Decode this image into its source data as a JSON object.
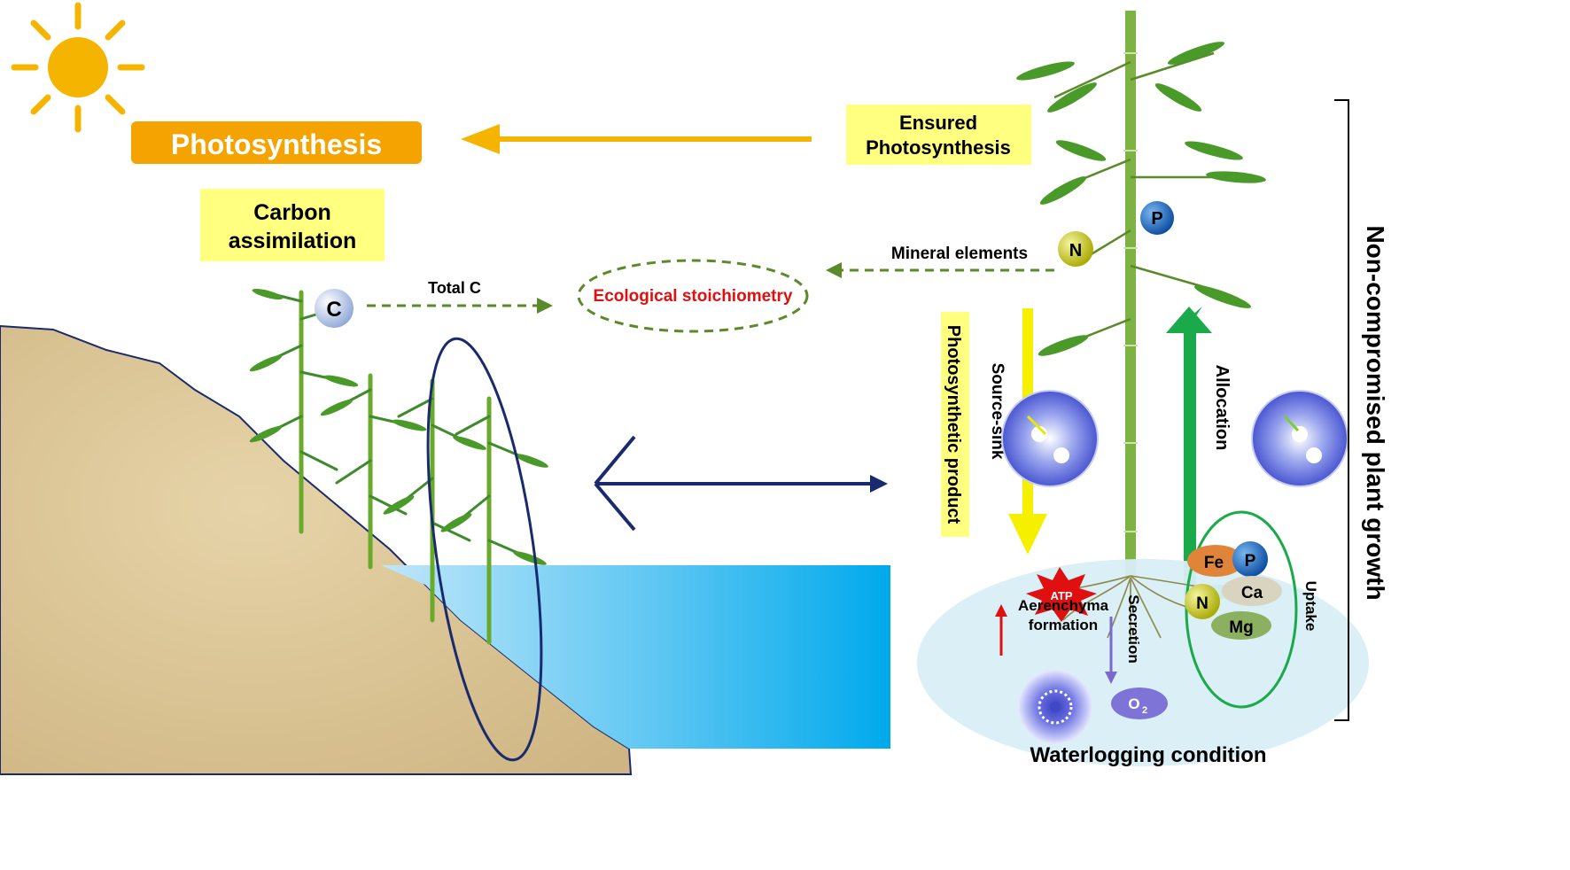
{
  "labels": {
    "photosynthesis": "Photosynthesis",
    "ensured_line1": "Ensured",
    "ensured_line2": "Photosynthesis",
    "carbon_line1": "Carbon",
    "carbon_line2": "assimilation",
    "total_c": "Total C",
    "eco_stoich": "Ecological stoichiometry",
    "mineral_elements": "Mineral elements",
    "source_sink": "Source-sink",
    "photosynthetic_product": "Photosynthetic product",
    "allocation": "Allocation",
    "uptake": "Uptake",
    "atp": "ATP",
    "aerenchyma_line1": "Aerenchyma",
    "aerenchyma_line2": "formation",
    "secretion": "Secretion",
    "o2": "O",
    "o2_sub": "2",
    "waterlogging": "Waterlogging condition",
    "growth": "Non-compromised plant growth"
  },
  "elements": {
    "c": "C",
    "n_top": "N",
    "p_top": "P",
    "fe": "Fe",
    "p": "P",
    "ca": "Ca",
    "n": "N",
    "mg": "Mg"
  },
  "colors": {
    "sun": "#f5b400",
    "photo_box": "#f5a300",
    "yellow_label_bg": "#ffff80",
    "green_dashed": "#5a8a2a",
    "eco_text": "#e01010",
    "navy": "#1a2a6e",
    "water": "#29b6f0",
    "sand": "#dcc79a",
    "allocation_green": "#1aaa4a",
    "source_yellow": "#f4f000"
  }
}
